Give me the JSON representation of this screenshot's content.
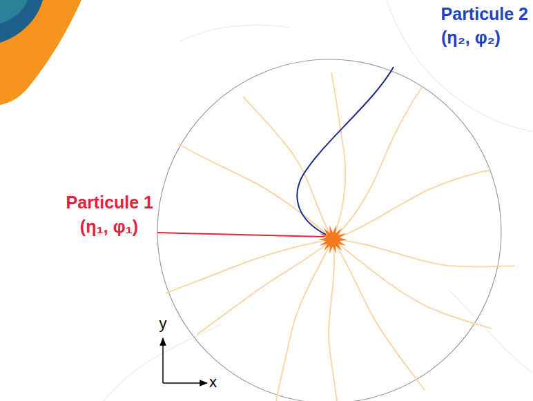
{
  "diagram": {
    "labels": [
      "Particule 2",
      "(η₂, φ₂)",
      "Particule 1",
      "(η₁, φ₁)",
      "y",
      "x"
    ]
  }
}
